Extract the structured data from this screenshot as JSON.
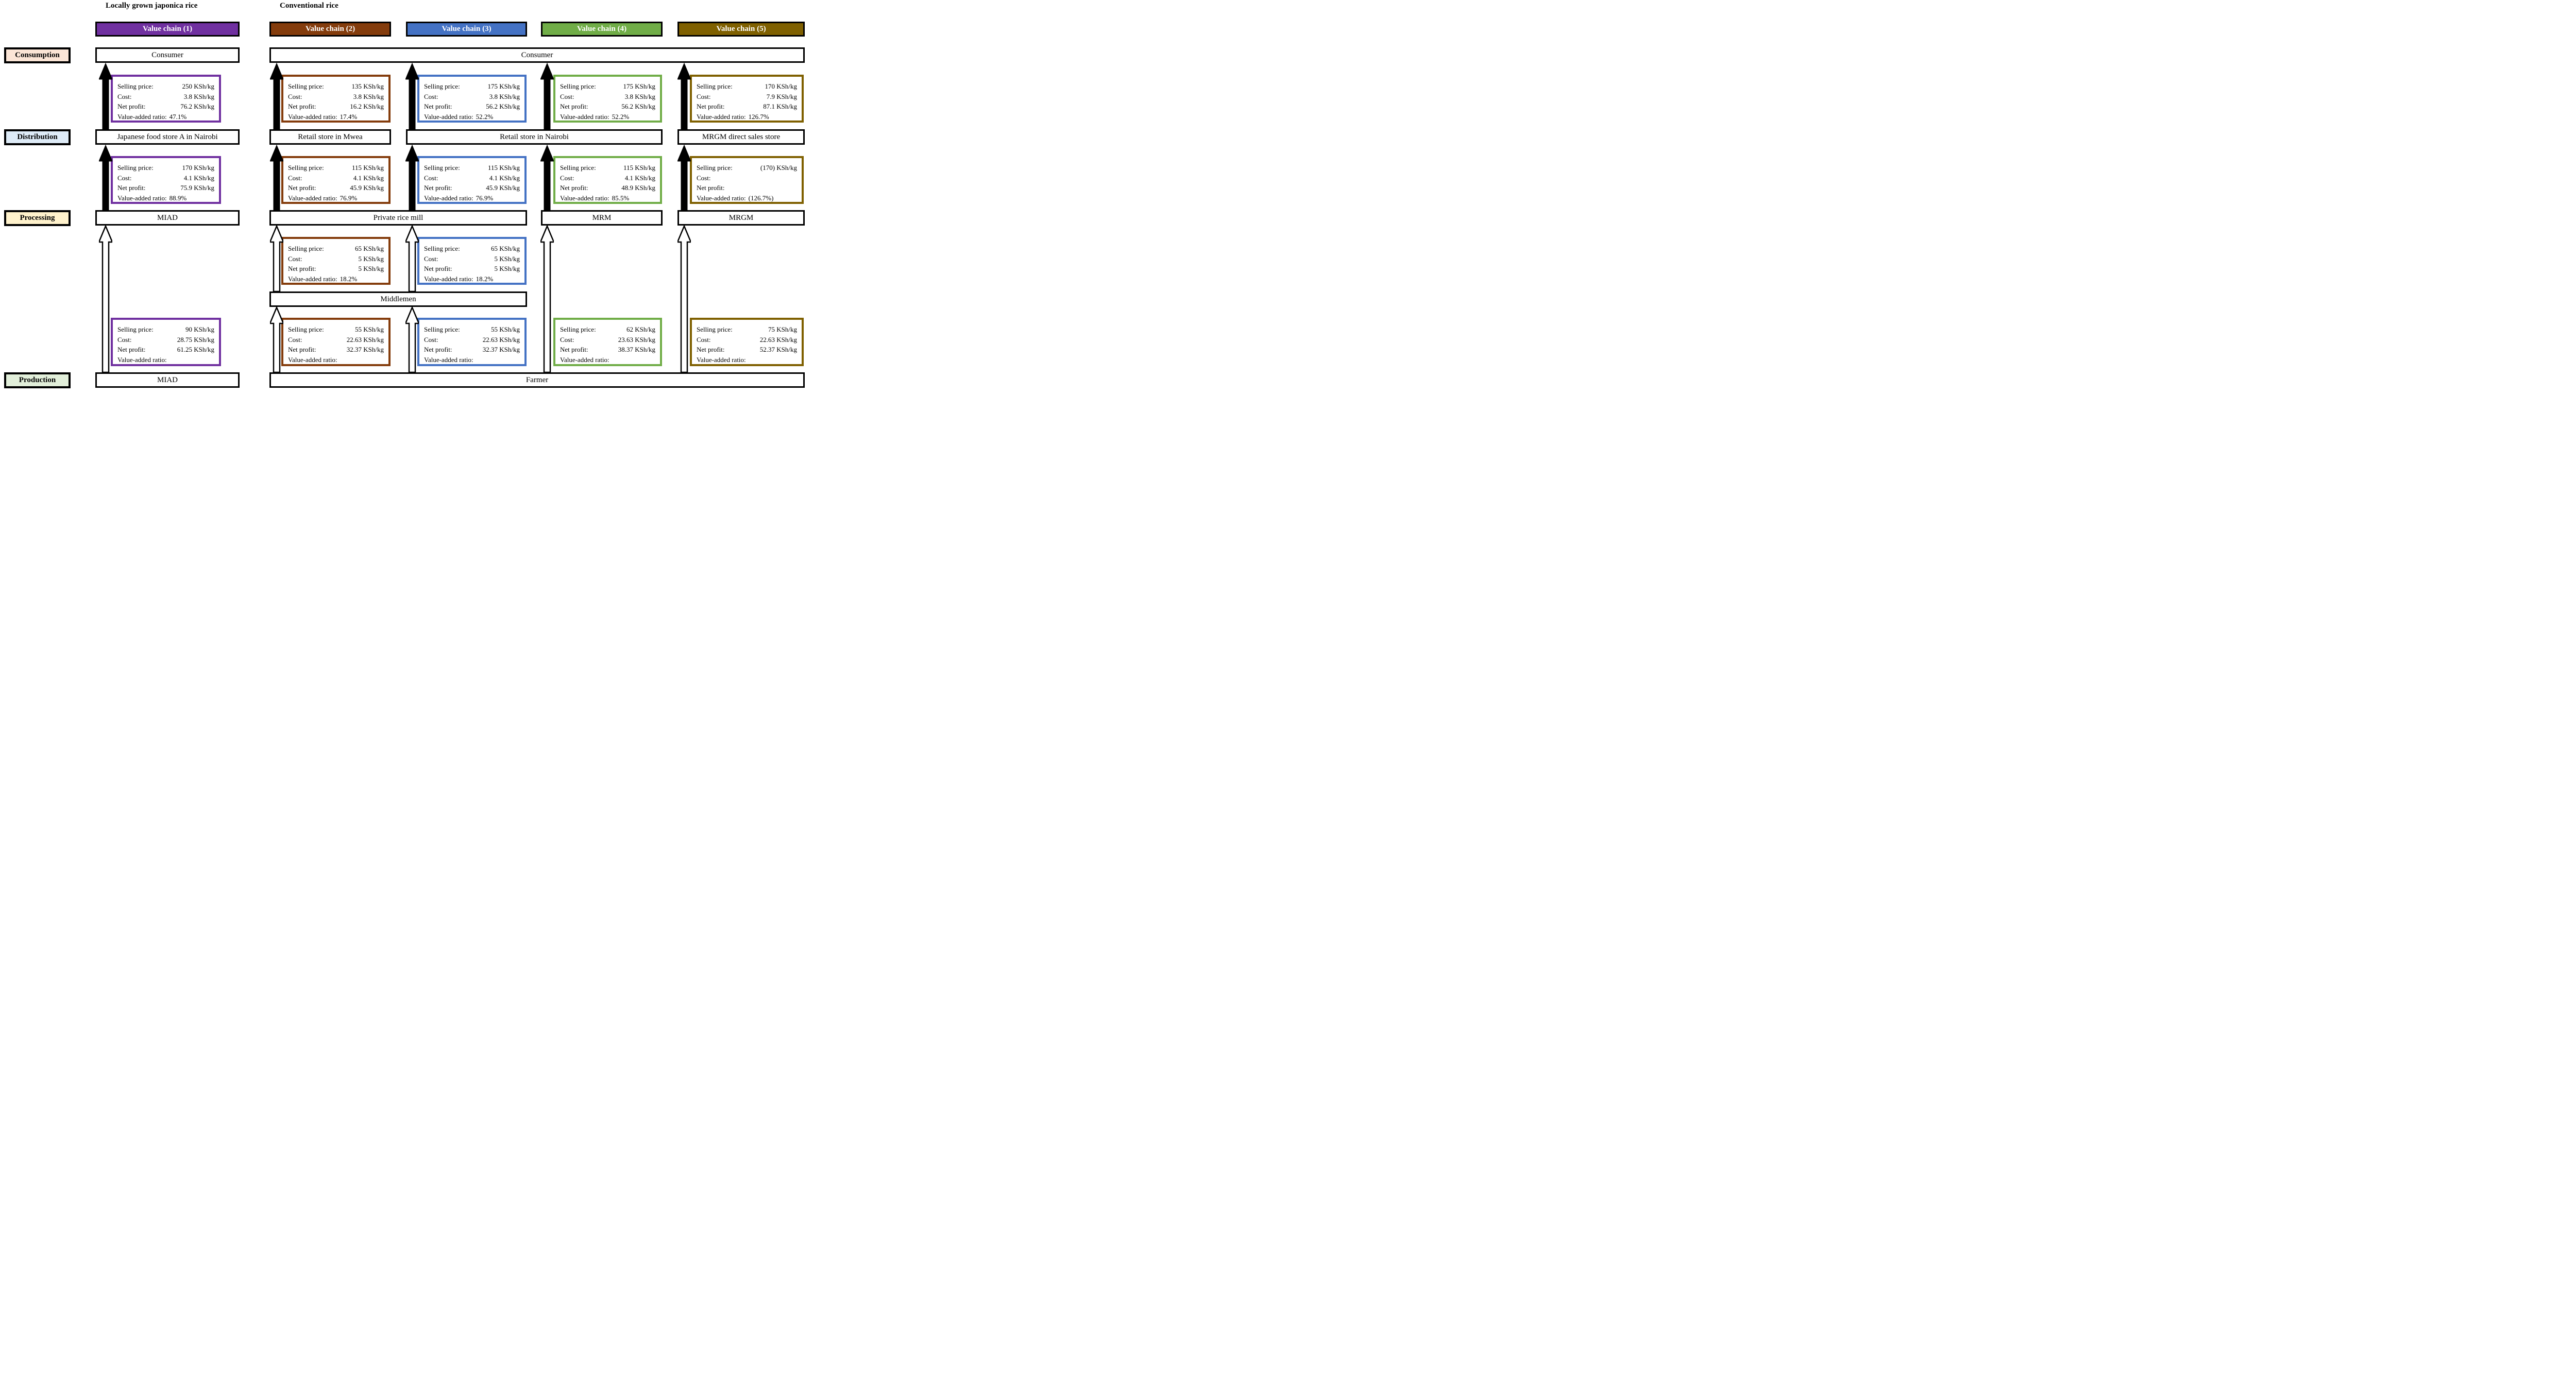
{
  "figure": {
    "group_labels": [
      {
        "id": "japonica",
        "label": "Locally grown japonica rice"
      },
      {
        "id": "conventional",
        "label": "Conventional rice"
      }
    ],
    "value_chains": [
      {
        "num": 1,
        "label": "Value chain (1)",
        "color": "#7030A0"
      },
      {
        "num": 2,
        "label": "Value chain (2)",
        "color": "#843C0C"
      },
      {
        "num": 3,
        "label": "Value chain (3)",
        "color": "#4472C4"
      },
      {
        "num": 4,
        "label": "Value chain (4)",
        "color": "#70AD47"
      },
      {
        "num": 5,
        "label": "Value chain (5)",
        "color": "#7F6000"
      }
    ],
    "stages": [
      {
        "id": "consumption",
        "label": "Consumption",
        "fill": "#FBE5D6"
      },
      {
        "id": "distribution",
        "label": "Distribution",
        "fill": "#DEEBF7"
      },
      {
        "id": "processing",
        "label": "Processing",
        "fill": "#FFF2CC"
      },
      {
        "id": "production",
        "label": "Production",
        "fill": "#E2EFDA"
      }
    ],
    "actors": {
      "consumer_vc1": "Consumer",
      "consumer_main": "Consumer",
      "japanese_store": "Japanese food store A in Nairobi",
      "retail_mwea": "Retail store in Mwea",
      "retail_nairobi": "Retail store in Nairobi",
      "mrgm_store": "MRGM direct sales store",
      "miad_processing": "MIAD",
      "private_rice_mill": "Private rice mill",
      "mrm": "MRM",
      "mrgm": "MRGM",
      "middlemen": "Middlemen",
      "miad_production": "MIAD",
      "farmer": "Farmer"
    },
    "field_labels": {
      "selling_price": "Selling price:",
      "cost": "Cost:",
      "net_profit": "Net profit:",
      "value_added_ratio": "Value-added ratio:"
    },
    "info_boxes": [
      {
        "chain": 1,
        "row": 1,
        "selling_price": "250 KSh/kg",
        "cost": "3.8 KSh/kg",
        "net_profit": "76.2 KSh/kg",
        "value_added_ratio": "47.1%"
      },
      {
        "chain": 2,
        "row": 1,
        "selling_price": "135 KSh/kg",
        "cost": "3.8 KSh/kg",
        "net_profit": "16.2 KSh/kg",
        "value_added_ratio": "17.4%"
      },
      {
        "chain": 3,
        "row": 1,
        "selling_price": "175 KSh/kg",
        "cost": "3.8 KSh/kg",
        "net_profit": "56.2 KSh/kg",
        "value_added_ratio": "52.2%"
      },
      {
        "chain": 4,
        "row": 1,
        "selling_price": "175 KSh/kg",
        "cost": "3.8 KSh/kg",
        "net_profit": "56.2 KSh/kg",
        "value_added_ratio": "52.2%"
      },
      {
        "chain": 5,
        "row": 1,
        "selling_price": "170 KSh/kg",
        "cost": "7.9 KSh/kg",
        "net_profit": "87.1 KSh/kg",
        "value_added_ratio": "126.7%"
      },
      {
        "chain": 1,
        "row": 2,
        "selling_price": "170 KSh/kg",
        "cost": "4.1 KSh/kg",
        "net_profit": "75.9 KSh/kg",
        "value_added_ratio": "88.9%"
      },
      {
        "chain": 2,
        "row": 2,
        "selling_price": "115 KSh/kg",
        "cost": "4.1 KSh/kg",
        "net_profit": "45.9 KSh/kg",
        "value_added_ratio": "76.9%"
      },
      {
        "chain": 3,
        "row": 2,
        "selling_price": "115 KSh/kg",
        "cost": "4.1 KSh/kg",
        "net_profit": "45.9 KSh/kg",
        "value_added_ratio": "76.9%"
      },
      {
        "chain": 4,
        "row": 2,
        "selling_price": "115 KSh/kg",
        "cost": "4.1 KSh/kg",
        "net_profit": "48.9 KSh/kg",
        "value_added_ratio": "85.5%"
      },
      {
        "chain": 5,
        "row": 2,
        "selling_price": "(170) KSh/kg",
        "cost": "",
        "net_profit": "",
        "value_added_ratio": "(126.7%)"
      },
      {
        "chain": 2,
        "row": 3,
        "selling_price": "65 KSh/kg",
        "cost": "5 KSh/kg",
        "net_profit": "5 KSh/kg",
        "value_added_ratio": "18.2%"
      },
      {
        "chain": 3,
        "row": 3,
        "selling_price": "65 KSh/kg",
        "cost": "5 KSh/kg",
        "net_profit": "5 KSh/kg",
        "value_added_ratio": "18.2%"
      },
      {
        "chain": 1,
        "row": 4,
        "selling_price": "90 KSh/kg",
        "cost": "28.75 KSh/kg",
        "net_profit": "61.25 KSh/kg",
        "value_added_ratio": ""
      },
      {
        "chain": 2,
        "row": 4,
        "selling_price": "55 KSh/kg",
        "cost": "22.63 KSh/kg",
        "net_profit": "32.37 KSh/kg",
        "value_added_ratio": ""
      },
      {
        "chain": 3,
        "row": 4,
        "selling_price": "55 KSh/kg",
        "cost": "22.63 KSh/kg",
        "net_profit": "32.37 KSh/kg",
        "value_added_ratio": ""
      },
      {
        "chain": 4,
        "row": 4,
        "selling_price": "62 KSh/kg",
        "cost": "23.63 KSh/kg",
        "net_profit": "38.37 KSh/kg",
        "value_added_ratio": ""
      },
      {
        "chain": 5,
        "row": 4,
        "selling_price": "75 KSh/kg",
        "cost": "22.63 KSh/kg",
        "net_profit": "52.37 KSh/kg",
        "value_added_ratio": ""
      }
    ]
  }
}
